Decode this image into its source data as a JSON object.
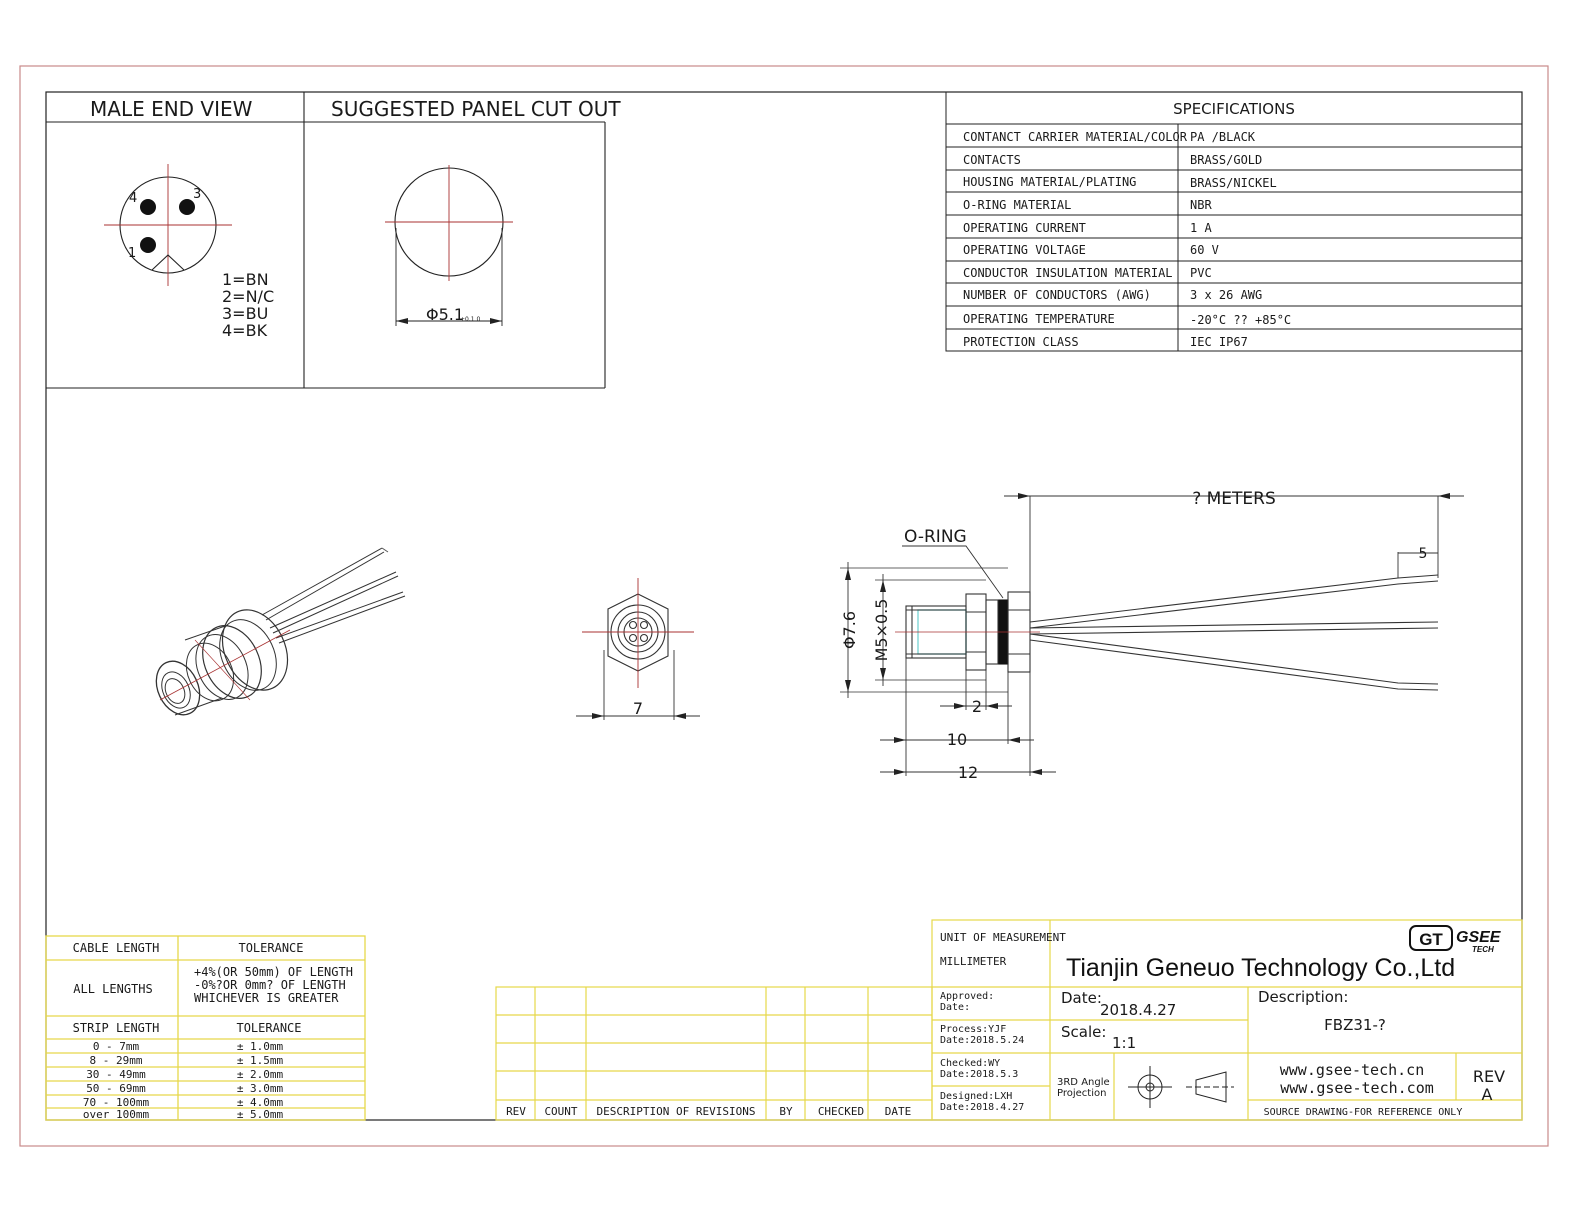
{
  "colors": {
    "frame": "#c98a8a",
    "line": "#222222",
    "center": "#a83232",
    "tolerance_border": "#e6d84a",
    "titleblock_border": "#e6d84a",
    "cyan_body": "#7fd6d6"
  },
  "male_end_view": {
    "title": "MALE END VIEW",
    "pin_numbers": [
      "1",
      "3",
      "4"
    ],
    "pin_map": [
      "1=BN",
      "2=N/C",
      "3=BU",
      "4=BK"
    ]
  },
  "panel_cut": {
    "title": "SUGGESTED PANEL CUT OUT",
    "diameter": "Φ5.1",
    "tolerance": "+0.1 0"
  },
  "specifications": {
    "title": "SPECIFICATIONS",
    "rows": [
      {
        "label": "CONTANCT CARRIER MATERIAL/COLOR",
        "value": "PA /BLACK"
      },
      {
        "label": "CONTACTS",
        "value": "BRASS/GOLD"
      },
      {
        "label": "HOUSING MATERIAL/PLATING",
        "value": "BRASS/NICKEL"
      },
      {
        "label": "O-RING MATERIAL",
        "value": "NBR"
      },
      {
        "label": "OPERATING CURRENT",
        "value": "1 A"
      },
      {
        "label": "OPERATING VOLTAGE",
        "value": "60 V"
      },
      {
        "label": "CONDUCTOR INSULATION MATERIAL",
        "value": "PVC"
      },
      {
        "label": "NUMBER OF CONDUCTORS (AWG)",
        "value": "3 x 26 AWG"
      },
      {
        "label": "OPERATING TEMPERATURE",
        "value": "-20°C ?? +85°C"
      },
      {
        "label": "PROTECTION CLASS",
        "value": "IEC  IP67"
      }
    ]
  },
  "drawing": {
    "front_width": "7",
    "o_ring_label": "O-RING",
    "cable_length": "? METERS",
    "strip": "5",
    "dia_outer": "Φ7.6",
    "thread": "M5×0.5",
    "dim_2": "2",
    "dim_10": "10",
    "dim_12": "12"
  },
  "tolerance_table": {
    "col1_header": "CABLE LENGTH",
    "col2_header": "TOLERANCE",
    "all_lengths": "ALL LENGTHS",
    "all_lengths_tol": [
      "+4%(OR 50mm) OF LENGTH",
      "-0%?OR 0mm? OF LENGTH",
      "WHICHEVER  IS  GREATER"
    ],
    "strip_header": "STRIP LENGTH",
    "strip_tol_header": "TOLERANCE",
    "strip_rows": [
      {
        "range": "0 - 7mm",
        "tol": "± 1.0mm"
      },
      {
        "range": "8 - 29mm",
        "tol": "± 1.5mm"
      },
      {
        "range": "30 - 49mm",
        "tol": "± 2.0mm"
      },
      {
        "range": "50 - 69mm",
        "tol": "± 3.0mm"
      },
      {
        "range": "70 - 100mm",
        "tol": "± 4.0mm"
      },
      {
        "range": "over 100mm",
        "tol": "± 5.0mm"
      }
    ]
  },
  "revisions": {
    "headers": [
      "REV",
      "COUNT",
      "DESCRIPTION  OF  REVISIONS",
      "BY",
      "CHECKED",
      "DATE"
    ]
  },
  "title_block": {
    "unit_label": "UNIT OF MEASUREMENT",
    "unit_value": "MILLIMETER",
    "company": "Tianjin Geneuo Technology Co.,Ltd",
    "logo_mark": "GT",
    "logo_name": "GSEE",
    "logo_sub": "TECH",
    "approved_label": "Approved:",
    "approved_date_label": "Date:",
    "process_label": "Process:YJF",
    "process_date": "Date:2018.5.24",
    "checked_label": "Checked:WY",
    "checked_date": "Date:2018.5.3",
    "designed_label": "Designed:LXH",
    "designed_date": "Date:2018.4.27",
    "date_label": "Date:",
    "date_value": "2018.4.27",
    "scale_label": "Scale:",
    "scale_value": "1:1",
    "description_label": "Description:",
    "description_value": "FBZ31-?",
    "projection_line1": "3RD Angle",
    "projection_line2": "Projection",
    "web1": "www.gsee-tech.cn",
    "web2": "www.gsee-tech.com",
    "rev_label": "REV",
    "rev_value": "A",
    "source_note": "SOURCE DRAWING-FOR REFERENCE ONLY"
  }
}
